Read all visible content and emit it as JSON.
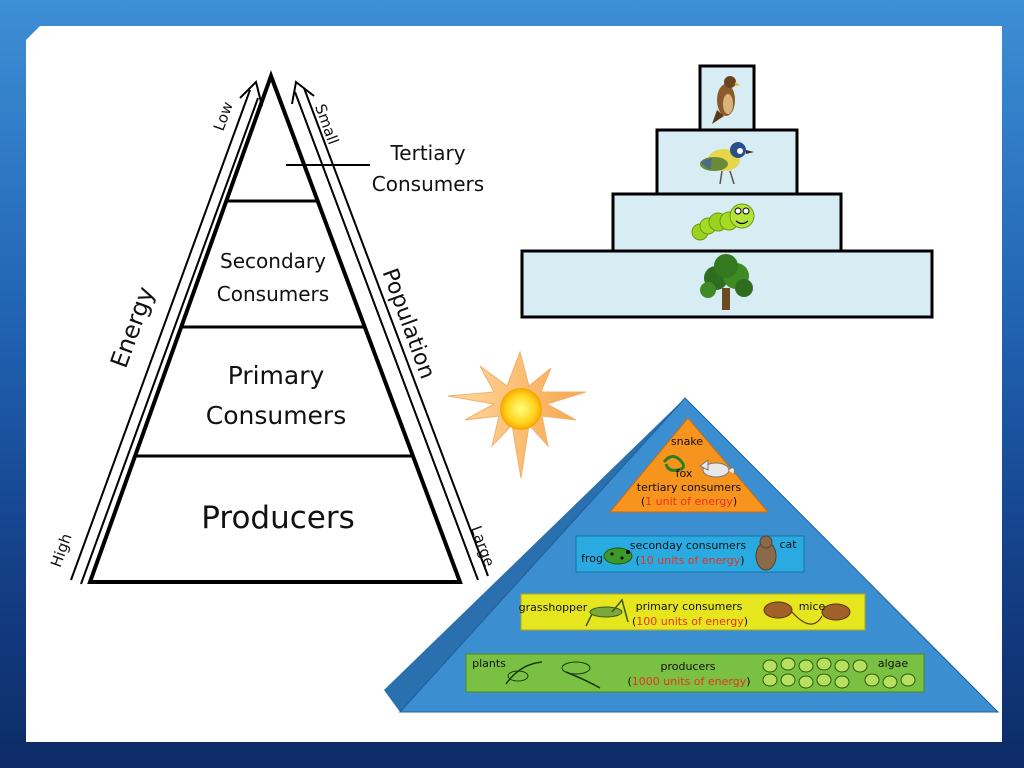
{
  "left_pyramid": {
    "tiers": [
      "Producers",
      "Primary",
      "Consumers",
      "Secondary",
      "Consumers"
    ],
    "tertiary": [
      "Tertiary",
      "Consumers"
    ],
    "energy_label": "Energy",
    "energy_low": "Low",
    "energy_high": "High",
    "population_label": "Population",
    "population_small": "Small",
    "population_large": "Large"
  },
  "right_pyramid": {
    "snake": "snake",
    "fox": "fox",
    "tertiary": "tertiary consumers",
    "tertiary_energy": "1 unit of energy",
    "frog": "frog",
    "secondary": "seconday consumers",
    "cat": "cat",
    "secondary_energy": "10 units of energy",
    "grasshopper": "grasshopper",
    "primary": "primary consumers",
    "mice": "mice",
    "primary_energy": "100 units of energy",
    "plants": "plants",
    "producers": "producers",
    "algae": "algae",
    "producers_energy": "1000 units of energy"
  },
  "colors": {
    "tertiary_band": "#f7941d",
    "secondary_band": "#29abe2",
    "primary_band": "#e6e61e",
    "producers_band": "#7ac143",
    "pyramid_face": "#3b8fd1",
    "stack_fill": "#d8ecf3"
  }
}
